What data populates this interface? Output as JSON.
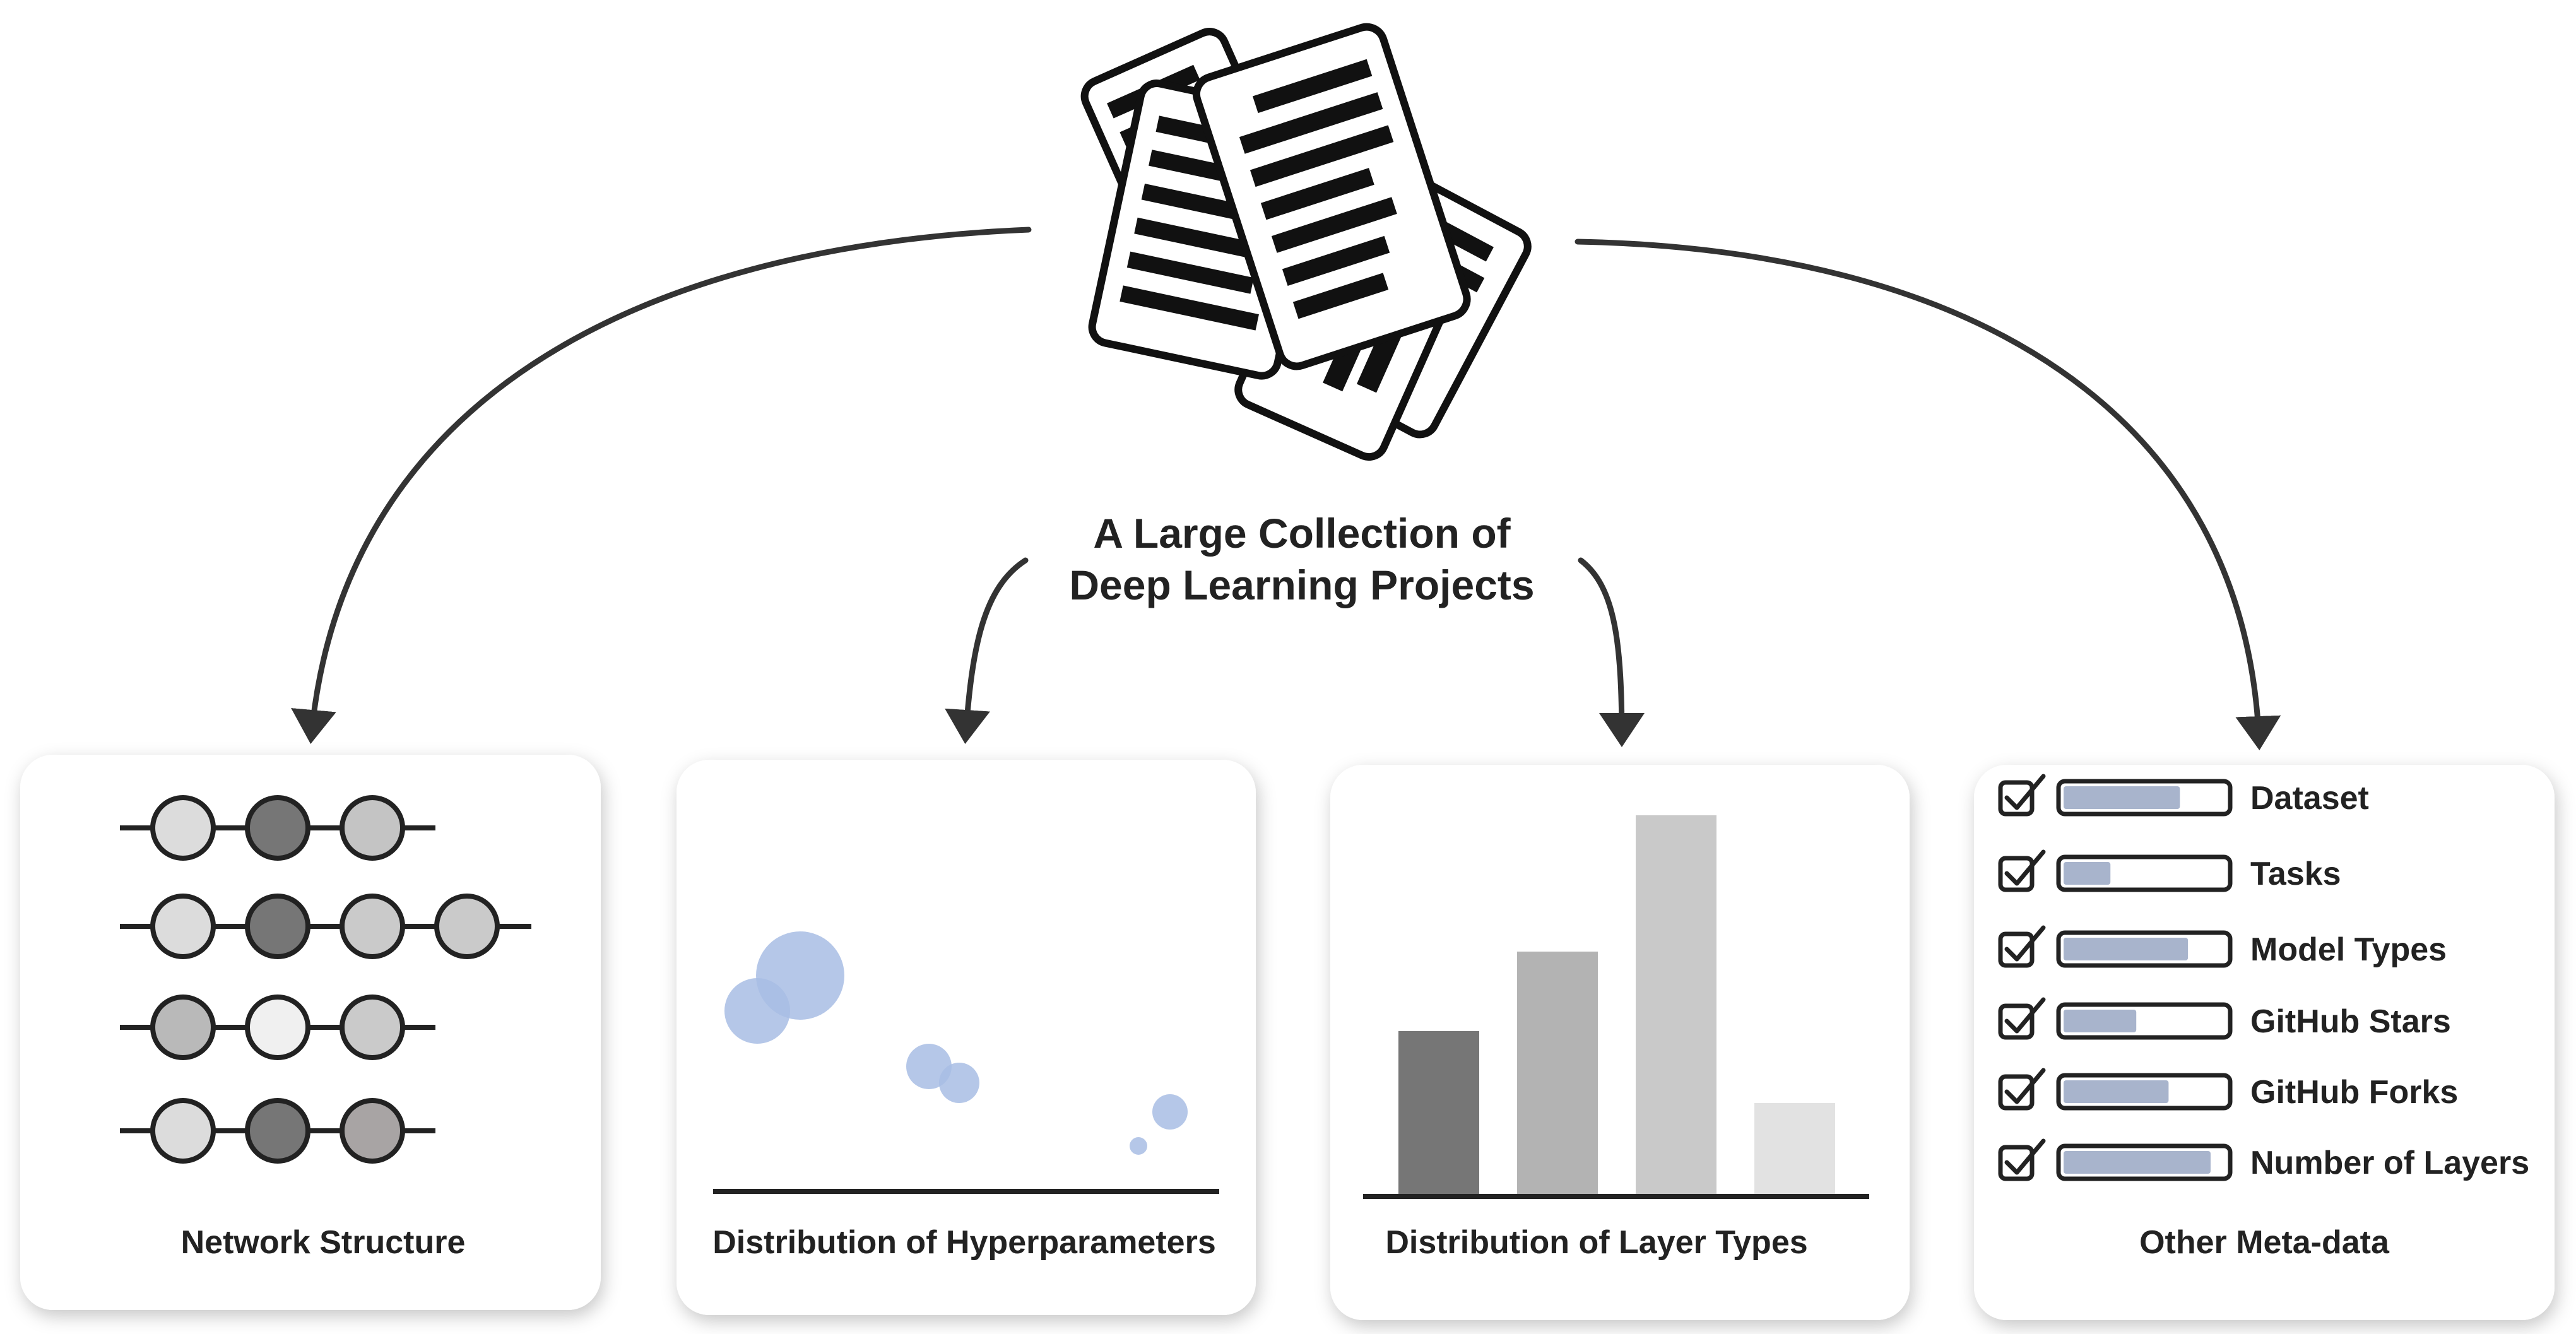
{
  "title": {
    "line1": "A Large Collection of",
    "line2": "Deep Learning Projects"
  },
  "panels": {
    "network": {
      "label": "Network Structure"
    },
    "hyper": {
      "label": "Distribution of Hyperparameters"
    },
    "layers": {
      "label": "Distribution of Layer Types",
      "bar_levels": [
        0.43,
        0.64,
        1.0,
        0.24
      ],
      "bar_colors": [
        "#767676",
        "#b3b3b3",
        "#c9c9c9",
        "#e2e2e2"
      ]
    },
    "meta": {
      "label": "Other Meta-data",
      "items": [
        {
          "label": "Dataset",
          "fill": 0.72
        },
        {
          "label": "Tasks",
          "fill": 0.29
        },
        {
          "label": "Model Types",
          "fill": 0.77
        },
        {
          "label": "GitHub Stars",
          "fill": 0.45
        },
        {
          "label": "GitHub Forks",
          "fill": 0.65
        },
        {
          "label": "Number of Layers",
          "fill": 0.91
        }
      ]
    }
  },
  "colors": {
    "stroke": "#333333",
    "bubble": "#a8bde4",
    "progress": "#a8b4cc"
  },
  "icons": [
    "document-stack-icon",
    "checkbox-checked-icon"
  ]
}
